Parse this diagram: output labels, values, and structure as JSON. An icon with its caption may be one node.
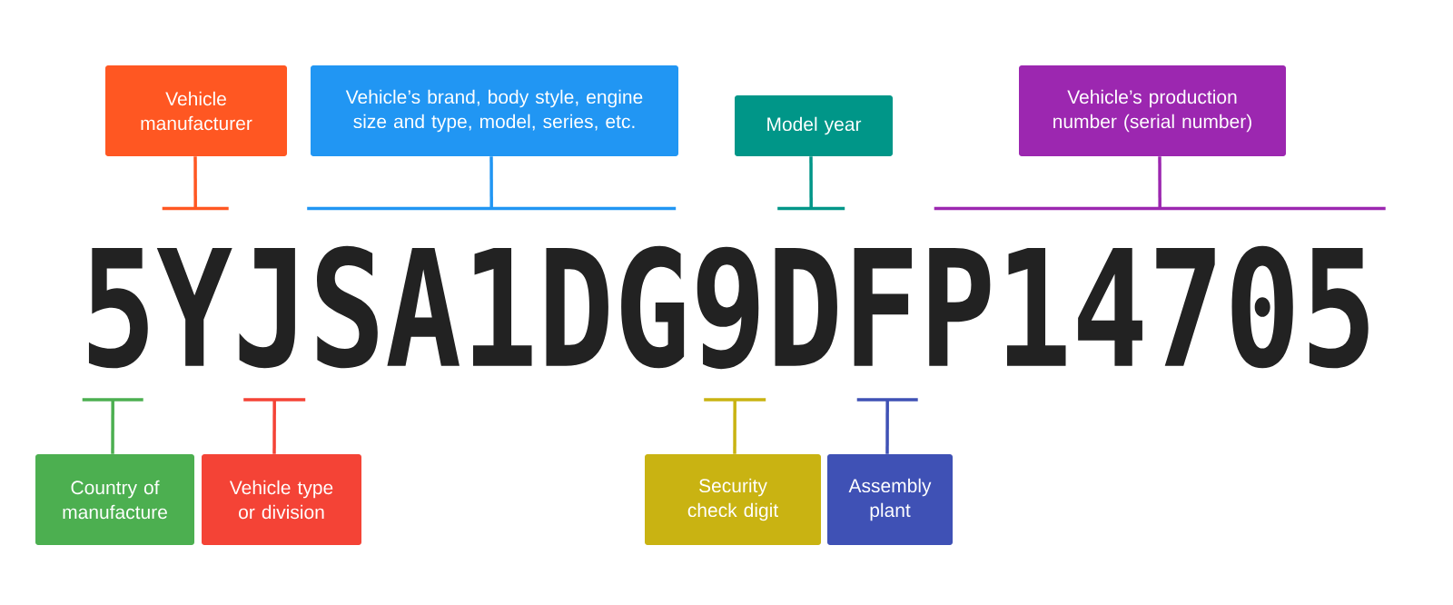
{
  "diagram": {
    "nodes": [
      {
        "text": [
          "Vehicle manufacturer"
        ]
      },
      {
        "text": [
          "Vehicle’s brand, body style, engine size and type, model, series, etc."
        ]
      },
      {
        "text": [
          "Model year"
        ]
      },
      {
        "text": [
          "Vehicle’s production number (serial number)"
        ]
      },
      {
        "text": [
          "5"
        ]
      },
      {
        "text": [
          "Y"
        ]
      },
      {
        "text": [
          "J"
        ]
      },
      {
        "text": [
          "SA1DG"
        ]
      },
      {
        "text": [
          "9"
        ]
      },
      {
        "text": [
          "D"
        ]
      },
      {
        "text": [
          "F"
        ]
      },
      {
        "text": [
          "P14705"
        ]
      },
      {
        "text": [
          "Country of manufacture"
        ]
      },
      {
        "text": [
          "Vehicle type or division"
        ]
      },
      {
        "text": [
          "Security check digit"
        ]
      },
      {
        "text": [
          "Assembly plant"
        ]
      }
    ],
    "edges": [
      {
        "from": 0,
        "to": 5,
        "arrow": "none",
        "color": "#ff5722"
      },
      {
        "from": 1,
        "to": 7,
        "arrow": "none",
        "color": "#2196f3"
      },
      {
        "from": 2,
        "to": 9,
        "arrow": "none",
        "color": "#009688"
      },
      {
        "from": 3,
        "to": 11,
        "arrow": "none",
        "color": "#9c27b0"
      },
      {
        "from": 12,
        "to": 4,
        "arrow": "none",
        "color": "#4caf50"
      },
      {
        "from": 13,
        "to": 6,
        "arrow": "none",
        "color": "#f44336"
      },
      {
        "from": 14,
        "to": 8,
        "arrow": "none",
        "color": "#c9b312"
      },
      {
        "from": 15,
        "to": 10,
        "arrow": "none",
        "color": "#3f51b5"
      }
    ]
  }
}
